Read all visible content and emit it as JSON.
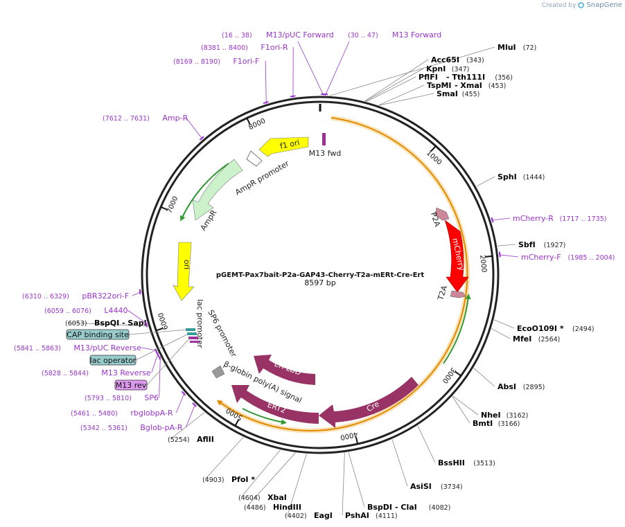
{
  "credit": {
    "prefix": "Created by",
    "brand": "SnapGene"
  },
  "plasmid": {
    "name": "pGEMT-Pax7bait-P2a-GAP43-Cherry-T2a-mERt-Cre-Ert",
    "length_label": "8597 bp",
    "length": 8597
  },
  "ticks": [
    {
      "label": "1000",
      "pos": 1000
    },
    {
      "label": "2000",
      "pos": 2000
    },
    {
      "label": "3000",
      "pos": 3000
    },
    {
      "label": "4000",
      "pos": 4000
    },
    {
      "label": "5000",
      "pos": 5000
    },
    {
      "label": "6000",
      "pos": 6000
    },
    {
      "label": "7000",
      "pos": 7000
    },
    {
      "label": "8000",
      "pos": 8000
    }
  ],
  "enzymes": [
    {
      "name": "MluI",
      "site": "(72)",
      "pos": 72
    },
    {
      "name": "Acc65I",
      "site": "(343)",
      "pos": 343
    },
    {
      "name": "KpnI",
      "site": "(347)",
      "pos": 347
    },
    {
      "name": "PflFI",
      "name2": "Tth111I",
      "site": "(356)",
      "pos": 356
    },
    {
      "name": "TspMI",
      "name2": "XmaI",
      "site": "(453)",
      "pos": 453
    },
    {
      "name": "SmaI",
      "site": "(455)",
      "pos": 455
    },
    {
      "name": "SphI",
      "site": "(1444)",
      "pos": 1444
    },
    {
      "name": "SbfI",
      "site": "(1927)",
      "pos": 1927
    },
    {
      "name": "EcoO109I *",
      "site": "(2494)",
      "pos": 2494
    },
    {
      "name": "MfeI",
      "site": "(2564)",
      "pos": 2564
    },
    {
      "name": "AbsI",
      "site": "(2895)",
      "pos": 2895
    },
    {
      "name": "NheI",
      "site": "(3162)",
      "pos": 3162
    },
    {
      "name": "BmtI",
      "site": "(3166)",
      "pos": 3166
    },
    {
      "name": "BssHII",
      "site": "(3513)",
      "pos": 3513
    },
    {
      "name": "AsiSI",
      "site": "(3734)",
      "pos": 3734
    },
    {
      "name": "BspDI",
      "name2": "ClaI",
      "site": "(4082)",
      "pos": 4082
    },
    {
      "name": "PshAI",
      "site": "(4111)",
      "pos": 4111
    },
    {
      "name": "EagI",
      "site": "(4402)",
      "pos": 4402
    },
    {
      "name": "HindIII",
      "site": "(4486)",
      "pos": 4486
    },
    {
      "name": "XbaI",
      "site": "(4604)",
      "pos": 4604
    },
    {
      "name": "PfoI *",
      "site": "(4903)",
      "pos": 4903
    },
    {
      "name": "AflII",
      "site": "(5254)",
      "pos": 5254
    },
    {
      "name": "BspQI",
      "name2": "SapI",
      "site": "(6053)",
      "pos": 6053
    }
  ],
  "primers": [
    {
      "name": "M13/pUC Forward",
      "range": "(16 .. 38)",
      "pos": 27
    },
    {
      "name": "M13 Forward",
      "range": "(30 .. 47)",
      "pos": 38
    },
    {
      "name": "F1ori-R",
      "range": "(8381 .. 8400)",
      "pos": 8390
    },
    {
      "name": "F1ori-F",
      "range": "(8169 .. 8190)",
      "pos": 8180
    },
    {
      "name": "Amp-R",
      "range": "(7612 .. 7631)",
      "pos": 7621
    },
    {
      "name": "mCherry-R",
      "range": "(1717 .. 1735)",
      "pos": 1726
    },
    {
      "name": "mCherry-F",
      "range": "(1985 .. 2004)",
      "pos": 1994
    },
    {
      "name": "pBR322ori-F",
      "range": "(6310 .. 6329)",
      "pos": 6320
    },
    {
      "name": "L4440",
      "range": "(6059 .. 6076)",
      "pos": 6067
    },
    {
      "name": "M13/pUC Reverse",
      "range": "(5841 .. 5863)",
      "pos": 5852
    },
    {
      "name": "M13 Reverse",
      "range": "(5828 .. 5844)",
      "pos": 5836
    },
    {
      "name": "SP6",
      "range": "(5793 .. 5810)",
      "pos": 5801
    },
    {
      "name": "rbglobpA-R",
      "range": "(5461 .. 5480)",
      "pos": 5470
    },
    {
      "name": "Bglob-pA-R",
      "range": "(5342 .. 5361)",
      "pos": 5351
    }
  ],
  "features": [
    {
      "name": "f1 ori",
      "color": "#ffff00",
      "text_color": "#222222"
    },
    {
      "name": "AmpR promoter",
      "color": "#ffffff"
    },
    {
      "name": "AmpR",
      "color": "#ccf2cc"
    },
    {
      "name": "ori",
      "color": "#ffff00",
      "text_color": "#222222"
    },
    {
      "name": "lac promoter",
      "color": "#ffffff"
    },
    {
      "name": "SP6 promoter",
      "color": "#ffffff"
    },
    {
      "name": "M13 fwd",
      "color": "#993399"
    },
    {
      "name": "P2A",
      "color": "#cc8899"
    },
    {
      "name": "mCherry",
      "color": "#ff0000",
      "text_color": "#ffffff"
    },
    {
      "name": "T2A",
      "color": "#cc8899"
    },
    {
      "name": "ER-LBD",
      "color": "#993366",
      "text_color": "#ffffff"
    },
    {
      "name": "Cre",
      "color": "#993366",
      "text_color": "#ffffff"
    },
    {
      "name": "ERT2",
      "color": "#993366",
      "text_color": "#ffffff"
    },
    {
      "name": "β-globin poly(A) signal",
      "color": "#999999"
    }
  ],
  "boxed_labels": [
    {
      "name": "CAP binding site",
      "color": "#99cccc"
    },
    {
      "name": "lac operator",
      "color": "#99cccc"
    },
    {
      "name": "M13 rev",
      "color": "#dd99ee"
    }
  ],
  "colors": {
    "enzyme_text": "#000000",
    "primer_text": "#9933cc",
    "backbone": "#222222",
    "orange_track": "#e08a00",
    "green_track": "#339933"
  }
}
